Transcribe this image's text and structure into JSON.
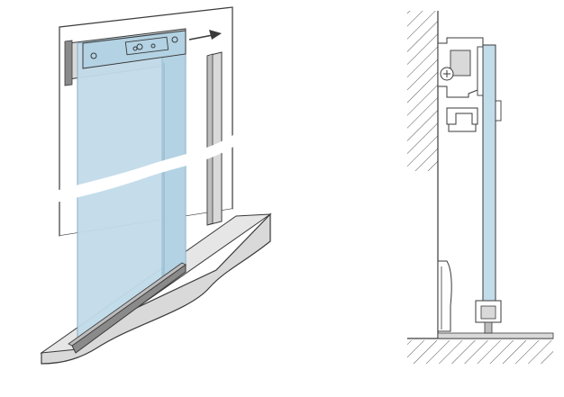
{
  "figures": [
    {
      "id": "perspective",
      "description_name": "sliding-glass-door-perspective"
    },
    {
      "id": "section",
      "description_name": "sliding-glass-door-cross-section"
    }
  ],
  "colors": {
    "glass": "#c2dcea",
    "glass_edge": "#8fb4c9",
    "line": "#3a3a3a",
    "grey_fill": "#d9d9d9",
    "mid_grey": "#bdbdbd",
    "dark_grey": "#8a8a8a",
    "background": "#ffffff"
  }
}
